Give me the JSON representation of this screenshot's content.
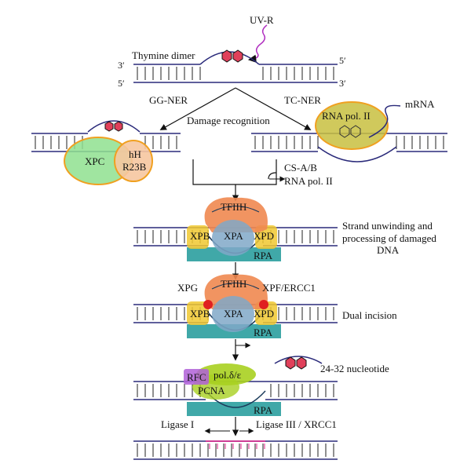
{
  "labels": {
    "uv": "UV-R",
    "thymine_dimer": "Thymine dimer",
    "prime_3_top_left": "3′",
    "prime_5_top_right": "5′",
    "prime_5_bottom_left": "5′",
    "prime_3_bottom_right": "3′",
    "gg_ner": "GG-NER",
    "tc_ner": "TC-NER",
    "damage_recognition": "Damage recognition",
    "rna_pol_ii": "RNA pol. II",
    "mrna": "mRNA",
    "xpc": "XPC",
    "hr23b_top": "hH",
    "hr23b_bottom": "R23B",
    "csa_b": "CS-A/B",
    "rna_pol_ii_release": "RNA pol. II",
    "tfiih_1": "TFIIH",
    "xpb_1": "XPB",
    "xpa_1": "XPA",
    "xpd_1": "XPD",
    "rpa_1": "RPA",
    "step_unwinding": [
      "Strand unwinding and",
      "processing of damaged",
      "DNA"
    ],
    "xpg": "XPG",
    "xpf": "XPF/ERCC1",
    "tfiih_2": "TFIIH",
    "xpb_2": "XPB",
    "xpa_2": "XPA",
    "xpd_2": "XPD",
    "rpa_2": "RPA",
    "step_incision": "Dual incision",
    "nucleotide": "24-32 nucleotide",
    "rfc": "RFC",
    "pol": "pol.δ/ε",
    "pcna": "PCNA",
    "rpa_3": "RPA",
    "ligase_i": "Ligase I",
    "ligase_iii": "Ligase III / XRCC1"
  },
  "colors": {
    "dna_strand": "#2a2a7a",
    "dimer": "#e0405a",
    "xpc_fill": "#8fe08f",
    "hr23b_fill": "#f6c7a0",
    "rnapol_fill": "#c8c040",
    "tfiih_fill": "#f08850",
    "xpb_xpd_fill": "#f0c830",
    "xpa_fill": "#80a8c8",
    "rpa_fill": "#40a8a8",
    "incision_dot": "#e02020",
    "rfc_fill": "#b060d8",
    "pol_fill": "#a8d020",
    "ligase_mark": "#e0208a"
  }
}
